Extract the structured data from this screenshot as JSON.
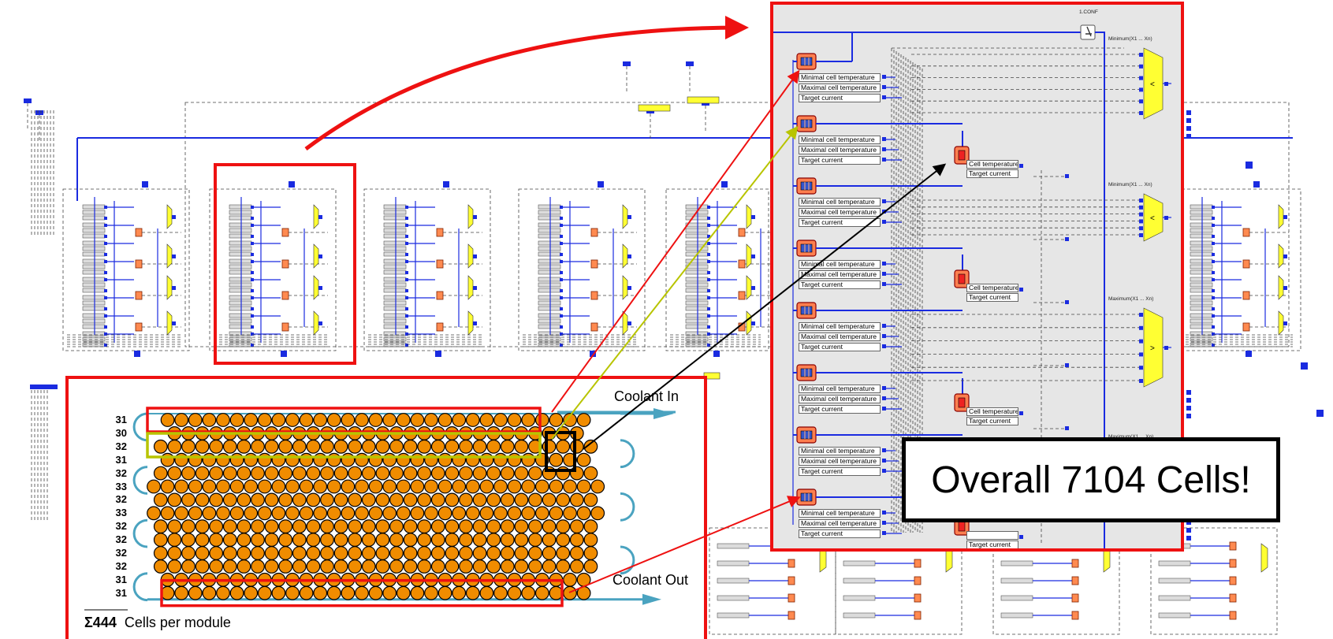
{
  "zoom_panel": {
    "config_label": "1.CONF",
    "modules": [
      {
        "labels": [
          "Minimal cell temperature",
          "Maximal cell temperature",
          "Target current"
        ]
      },
      {
        "labels": [
          "Minimal cell temperature",
          "Maximal cell temperature",
          "Target current"
        ]
      },
      {
        "labels": [
          "Minimal cell temperature",
          "Maximal cell temperature",
          "Target current"
        ]
      },
      {
        "labels": [
          "Minimal cell temperature",
          "Maximal cell temperature",
          "Target current"
        ]
      },
      {
        "labels": [
          "Minimal cell temperature",
          "Maximal cell temperature",
          "Target current"
        ]
      },
      {
        "labels": [
          "Minimal cell temperature",
          "Maximal cell temperature",
          "Target current"
        ]
      },
      {
        "labels": [
          "Minimal cell temperature",
          "Maximal cell temperature",
          "Target current"
        ]
      },
      {
        "labels": [
          "Minimal cell temperature",
          "Maximal cell temperature",
          "Target current"
        ]
      }
    ],
    "cells": [
      {
        "labels": [
          "Cell temperature",
          "Target current"
        ]
      },
      {
        "labels": [
          "Cell temperature",
          "Target current"
        ]
      },
      {
        "labels": [
          "Cell temperature",
          "Target current"
        ]
      },
      {
        "labels": [
          "",
          "Target current"
        ]
      }
    ],
    "blocks": [
      "Minimum(X1 ... Xn)",
      "Minimum(X1 ... Xn)",
      "Maximum(X1 ... Xn)",
      "Maximum(X1 ... Xn)"
    ]
  },
  "cell_layout": {
    "row_counts": [
      "31",
      "30",
      "32",
      "31",
      "32",
      "33",
      "32",
      "33",
      "32",
      "32",
      "32",
      "32",
      "31",
      "31"
    ],
    "sum_value": "Σ444",
    "sum_label": "Cells per module",
    "coolant_in": "Coolant In",
    "coolant_out": "Coolant Out"
  },
  "callout": "Overall 7104 Cells!",
  "colors": {
    "highlight_red": "#ee1111",
    "highlight_yellow": "#b8c400",
    "highlight_black": "#000000",
    "cell_orange": "#f08c00",
    "coolant_loop": "#4aa3c0",
    "wire_blue": "#1a2be0",
    "block_yellow": "#ffff33"
  }
}
